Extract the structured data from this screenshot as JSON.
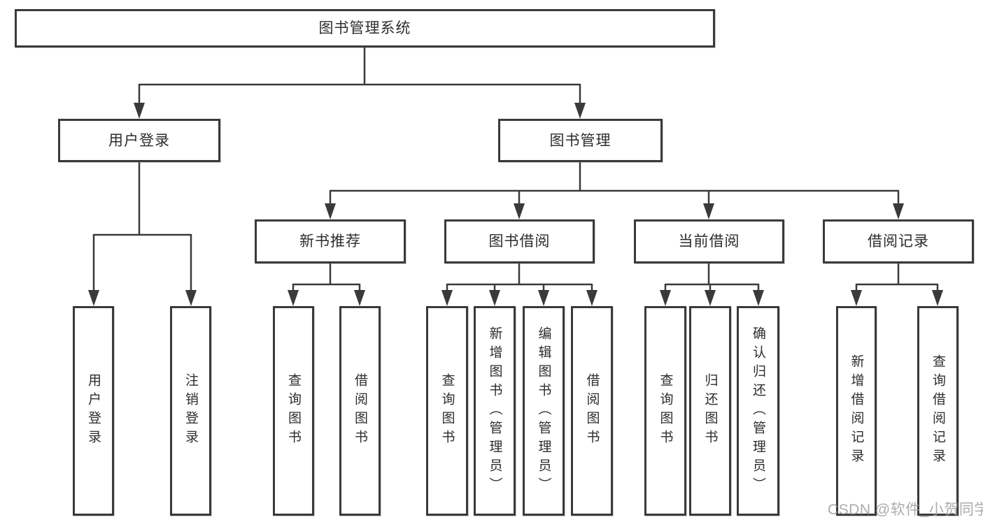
{
  "nodes": {
    "root": {
      "label": "图书管理系统"
    },
    "user_login": {
      "label": "用户登录"
    },
    "book_management": {
      "label": "图书管理"
    },
    "new_books": {
      "label": "新书推荐"
    },
    "borrowing": {
      "label": "图书借阅"
    },
    "current_borrow": {
      "label": "当前借阅"
    },
    "borrow_records": {
      "label": "借阅记录"
    },
    "user_login_action": {
      "label": "用户登录"
    },
    "logout_action": {
      "label": "注销登录"
    },
    "nb_query_books": {
      "label": "查询图书"
    },
    "nb_borrow_books": {
      "label": "借阅图书"
    },
    "bw_query_books": {
      "label": "查询图书"
    },
    "bw_add_books": {
      "label": "新增图书（管理员）"
    },
    "bw_edit_books": {
      "label": "编辑图书（管理员）"
    },
    "bw_borrow_books": {
      "label": "借阅图书"
    },
    "cb_query_books": {
      "label": "查询图书"
    },
    "cb_return_books": {
      "label": "归还图书"
    },
    "cb_confirm_return": {
      "label": "确认归还（管理员）"
    },
    "br_add_record": {
      "label": "新增借阅记录"
    },
    "br_query_record": {
      "label": "查询借阅记录"
    }
  },
  "structure": {
    "root": [
      "user_login",
      "book_management"
    ],
    "user_login": [
      "user_login_action",
      "logout_action"
    ],
    "book_management": [
      "new_books",
      "borrowing",
      "current_borrow",
      "borrow_records"
    ],
    "new_books": [
      "nb_query_books",
      "nb_borrow_books"
    ],
    "borrowing": [
      "bw_query_books",
      "bw_add_books",
      "bw_edit_books",
      "bw_borrow_books"
    ],
    "current_borrow": [
      "cb_query_books",
      "cb_return_books",
      "cb_confirm_return"
    ],
    "borrow_records": [
      "br_add_record",
      "br_query_record"
    ]
  },
  "watermark": {
    "text": "CSDN @软件_小贺同学"
  },
  "colors": {
    "line": "#3a3a3a",
    "box_border": "#3a3a3a",
    "text": "#2d2d2d",
    "watermark": "#9e9e9e",
    "background": "#ffffff"
  }
}
